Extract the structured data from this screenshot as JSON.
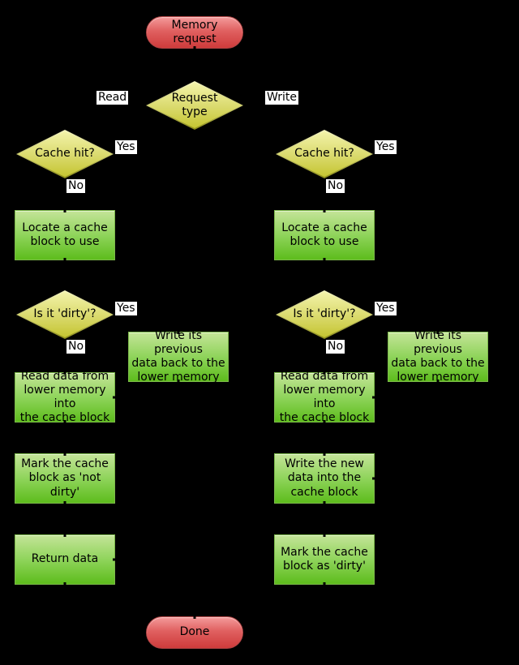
{
  "diagram_type": "flowchart",
  "nodes": {
    "memory_request": {
      "label": "Memory\nrequest",
      "type": "terminal"
    },
    "request_type": {
      "label": "Request\ntype",
      "type": "decision"
    },
    "cache_hit_read": {
      "label": "Cache hit?",
      "type": "decision"
    },
    "cache_hit_write": {
      "label": "Cache hit?",
      "type": "decision"
    },
    "locate_block_read": {
      "label": "Locate a cache\nblock to use",
      "type": "process"
    },
    "locate_block_write": {
      "label": "Locate a cache\nblock to use",
      "type": "process"
    },
    "is_dirty_read": {
      "label": "Is it 'dirty'?",
      "type": "decision"
    },
    "is_dirty_write": {
      "label": "Is it 'dirty'?",
      "type": "decision"
    },
    "write_back_read": {
      "label": "Write its previous\ndata back to the\nlower memory",
      "type": "process"
    },
    "write_back_write": {
      "label": "Write its previous\ndata back to the\nlower memory",
      "type": "process"
    },
    "read_lower_read": {
      "label": "Read data from\nlower memory into\nthe cache block",
      "type": "process"
    },
    "read_lower_write": {
      "label": "Read data from\nlower memory into\nthe cache block",
      "type": "process"
    },
    "mark_not_dirty": {
      "label": "Mark the cache\nblock as 'not dirty'",
      "type": "process"
    },
    "write_new_data": {
      "label": "Write the new\ndata into the\ncache block",
      "type": "process"
    },
    "return_data": {
      "label": "Return data",
      "type": "process"
    },
    "mark_dirty": {
      "label": "Mark the cache\nblock as 'dirty'",
      "type": "process"
    },
    "done": {
      "label": "Done",
      "type": "terminal"
    }
  },
  "edge_labels": {
    "read": "Read",
    "write": "Write",
    "yes": "Yes",
    "no": "No"
  },
  "colors": {
    "background": "#000000",
    "terminal_top": "#f49b9b",
    "terminal_bottom": "#ce3b3b",
    "decision_top": "#f3f3a9",
    "decision_bottom": "#c5c531",
    "process_top": "#c4e498",
    "process_bottom": "#5dbc1c",
    "process_border": "#7cb94a",
    "label_chip_bg": "#ffffff",
    "text": "#000000"
  }
}
